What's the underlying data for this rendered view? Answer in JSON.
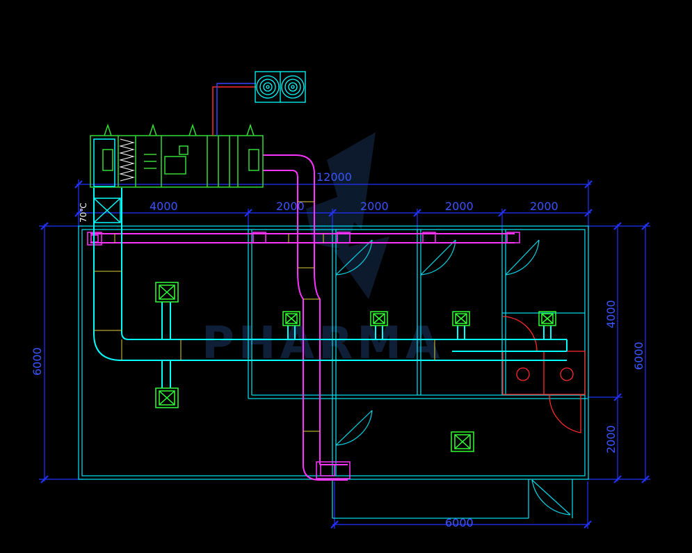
{
  "drawing": {
    "overall_width_dim": "12000",
    "top_dims": [
      "4000",
      "2000",
      "2000",
      "2000",
      "2000"
    ],
    "left_height_dim": "6000",
    "right_height_dim": "6000",
    "right_upper_dim": "4000",
    "right_lower_dim": "2000",
    "bottom_dim": "6000",
    "temp_label": "70℃",
    "watermark": "PHARMA"
  },
  "colors": {
    "wall": "#00e5ff",
    "supply_duct": "#00ffff",
    "return_duct": "#ff33ff",
    "diffuser": "#33ff33",
    "ahu": "#33dd33",
    "dimension": "#2233ff",
    "door_red": "#ff2a2a",
    "background": "#000000"
  },
  "icons": {
    "condenser": "fan-icon",
    "diffuser": "diffuser-icon",
    "return_grille": "return-grille-icon"
  }
}
